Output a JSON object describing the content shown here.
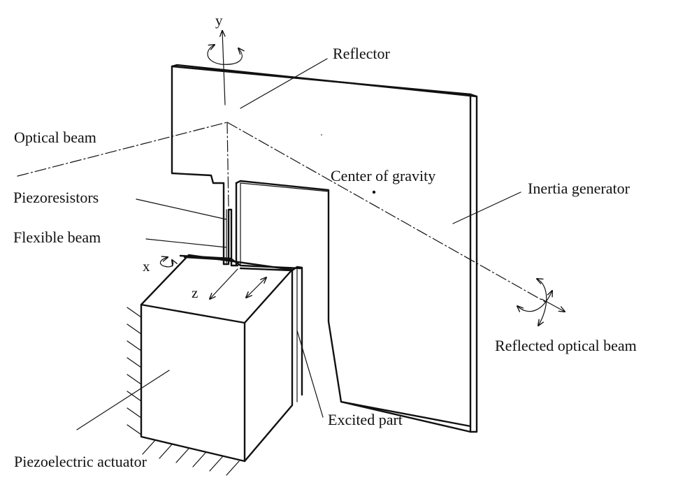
{
  "labels": {
    "reflector": "Reflector",
    "optical_beam": "Optical beam",
    "center_of_gravity": "Center of gravity",
    "inertia_generator": "Inertia generator",
    "piezoresistors": "Piezoresistors",
    "flexible_beam": "Flexible beam",
    "reflected_optical_beam": "Reflected optical beam",
    "excited_part": "Excited part",
    "piezoelectric_actuator": "Piezoelectric actuator"
  },
  "axes": {
    "y": "y",
    "x": "x",
    "z": "z"
  },
  "colors": {
    "ink": "#111111",
    "background": "#ffffff"
  }
}
